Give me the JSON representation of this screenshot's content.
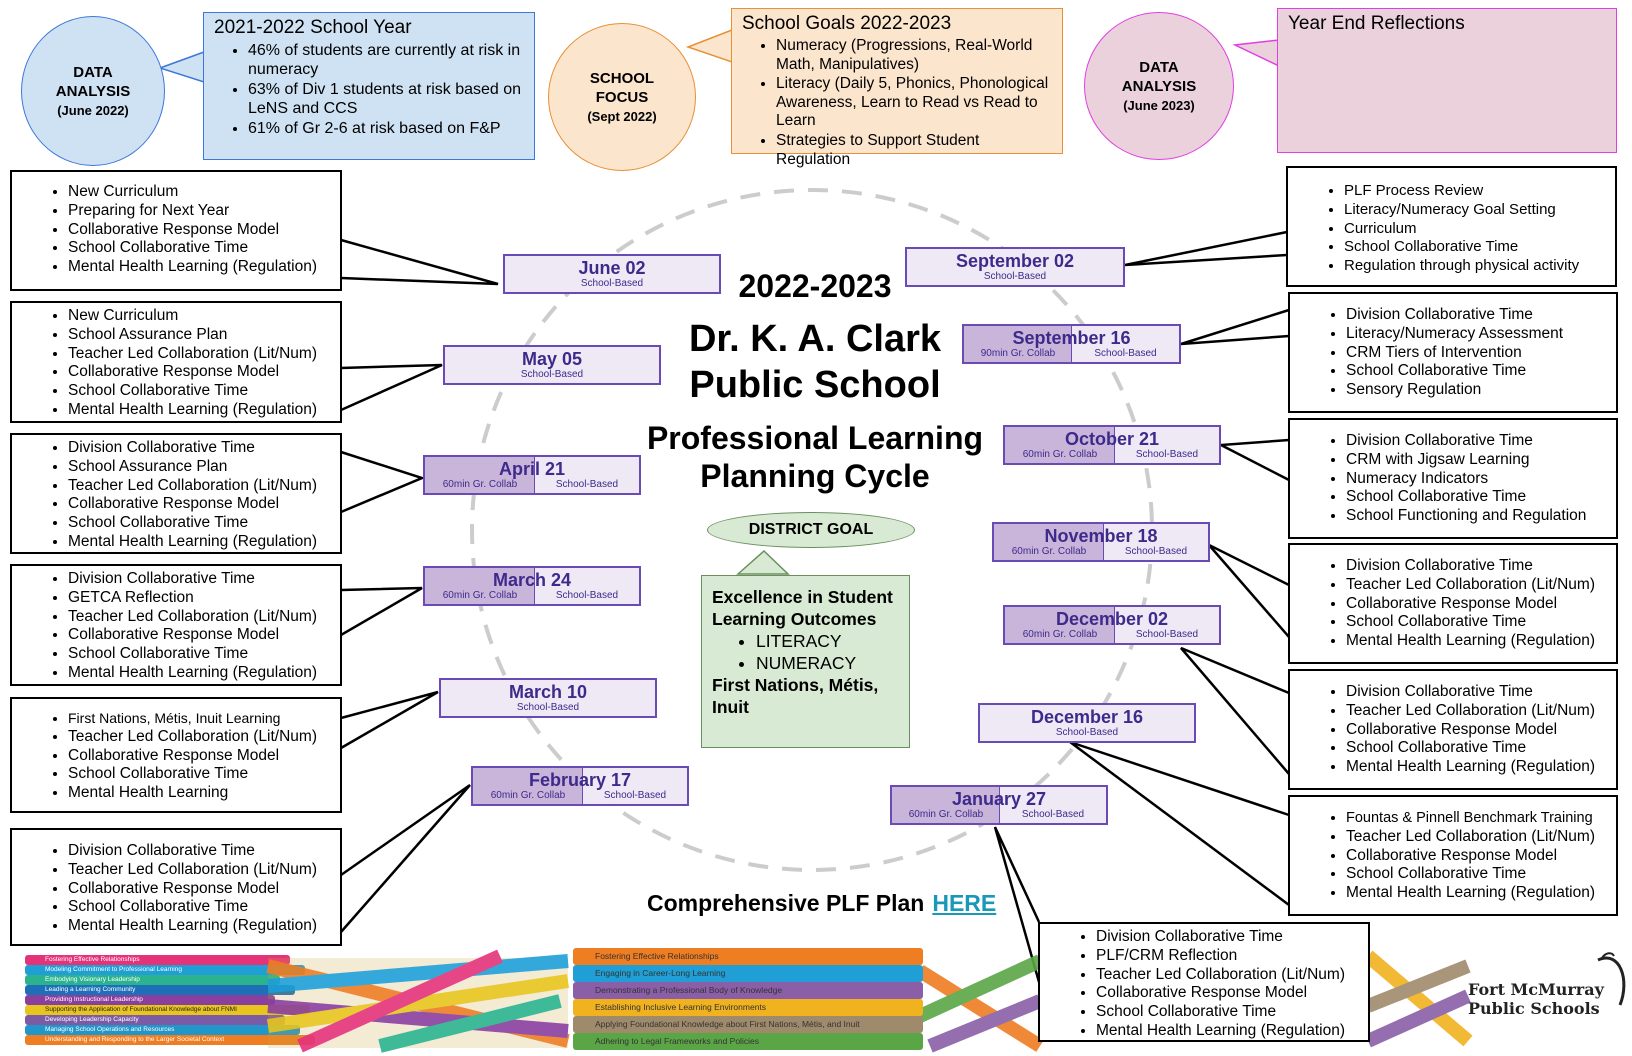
{
  "header": {
    "data_analysis_2022": {
      "title": "DATA ANALYSIS",
      "sub": "(June 2022)"
    },
    "school_year_callout": {
      "heading": "2021-2022 School Year",
      "items": [
        "46% of students are currently at risk in numeracy",
        "63% of Div 1 students at risk based on LeNS and CCS",
        "61% of Gr 2-6 at risk based on F&P"
      ]
    },
    "school_focus": {
      "title": "SCHOOL FOCUS",
      "sub": "(Sept 2022)"
    },
    "school_goals_callout": {
      "heading": "School Goals 2022-2023",
      "items": [
        "Numeracy (Progressions, Real-World Math, Manipulatives)",
        "Literacy (Daily 5, Phonics, Phonological Awareness, Learn to Read vs Read to Learn",
        "Strategies to Support Student Regulation"
      ]
    },
    "data_analysis_2023": {
      "title": "DATA ANALYSIS",
      "sub": "(June 2023)"
    },
    "reflections_callout": {
      "heading": "Year End Reflections"
    }
  },
  "center": {
    "year": "2022-2023",
    "school_line1": "Dr. K. A. Clark",
    "school_line2": "Public School",
    "cycle_line1": "Professional Learning",
    "cycle_line2": "Planning Cycle",
    "district_goal_label": "DISTRICT GOAL",
    "goal_heading": "Excellence in Student Learning Outcomes",
    "goal_items": [
      "LITERACY",
      "NUMERACY"
    ],
    "goal_footer": "First Nations, Métis, Inuit",
    "plan_text": "Comprehensive PLF Plan",
    "plan_link": "HERE"
  },
  "dates": {
    "june02": {
      "date": "June 02",
      "school": "School-Based"
    },
    "may05": {
      "date": "May 05",
      "school": "School-Based"
    },
    "apr21": {
      "date": "April 21",
      "collab": "60min Gr. Collab",
      "school": "School-Based"
    },
    "mar24": {
      "date": "March 24",
      "collab": "60min Gr. Collab",
      "school": "School-Based"
    },
    "mar10": {
      "date": "March 10",
      "school": "School-Based"
    },
    "feb17": {
      "date": "February 17",
      "collab": "60min Gr. Collab",
      "school": "School-Based"
    },
    "sep02": {
      "date": "September 02",
      "school": "School-Based"
    },
    "sep16": {
      "date": "September 16",
      "collab": "90min Gr. Collab",
      "school": "School-Based"
    },
    "oct21": {
      "date": "October 21",
      "collab": "60min Gr. Collab",
      "school": "School-Based"
    },
    "nov18": {
      "date": "November 18",
      "collab": "60min Gr. Collab",
      "school": "School-Based"
    },
    "dec02": {
      "date": "December 02",
      "collab": "60min Gr. Collab",
      "school": "School-Based"
    },
    "dec16": {
      "date": "December 16",
      "school": "School-Based"
    },
    "jan27": {
      "date": "January 27",
      "collab": "60min Gr. Collab",
      "school": "School-Based"
    }
  },
  "boxes": {
    "june": [
      "New Curriculum",
      "Preparing for Next Year",
      "Collaborative Response Model",
      "School Collaborative Time",
      "Mental Health Learning (Regulation)"
    ],
    "may": [
      "New Curriculum",
      "School Assurance Plan",
      "Teacher Led Collaboration (Lit/Num)",
      "Collaborative Response Model",
      "School Collaborative Time",
      "Mental Health Learning (Regulation)"
    ],
    "april": [
      "Division Collaborative Time",
      "School Assurance Plan",
      "Teacher Led Collaboration (Lit/Num)",
      "Collaborative Response Model",
      "School Collaborative Time",
      "Mental Health Learning (Regulation)"
    ],
    "mar24": [
      "Division Collaborative Time",
      "GETCA Reflection",
      "Teacher Led Collaboration (Lit/Num)",
      "Collaborative Response Model",
      "School Collaborative Time",
      "Mental Health Learning (Regulation)"
    ],
    "mar10": [
      "First Nations, Métis, Inuit Learning",
      "Teacher Led Collaboration (Lit/Num)",
      "Collaborative Response Model",
      "School Collaborative Time",
      "Mental Health Learning"
    ],
    "feb": [
      "Division Collaborative Time",
      "Teacher Led Collaboration (Lit/Num)",
      "Collaborative Response Model",
      "School Collaborative Time",
      "Mental Health Learning (Regulation)"
    ],
    "sep02": [
      "PLF Process Review",
      "Literacy/Numeracy Goal Setting",
      "Curriculum",
      "School Collaborative Time",
      "Regulation through physical activity"
    ],
    "sep16": [
      "Division Collaborative Time",
      "Literacy/Numeracy Assessment",
      "CRM Tiers of Intervention",
      "School Collaborative Time",
      "Sensory Regulation"
    ],
    "oct": [
      "Division Collaborative Time",
      "CRM with Jigsaw Learning",
      "Numeracy Indicators",
      "School Collaborative Time",
      "School Functioning and Regulation"
    ],
    "nov": [
      "Division Collaborative Time",
      "Teacher Led Collaboration (Lit/Num)",
      "Collaborative Response Model",
      "School Collaborative Time",
      "Mental Health Learning (Regulation)"
    ],
    "dec02": [
      "Division Collaborative Time",
      "Teacher Led Collaboration (Lit/Num)",
      "Collaborative Response Model",
      "School Collaborative Time",
      "Mental Health Learning (Regulation)"
    ],
    "dec16": [
      "Fountas & Pinnell Benchmark Training",
      "Teacher Led Collaboration (Lit/Num)",
      "Collaborative Response Model",
      "School Collaborative Time",
      "Mental Health Learning (Regulation)"
    ],
    "jan": [
      "Division Collaborative Time",
      "PLF/CRM Reflection",
      "Teacher Led Collaboration (Lit/Num)",
      "Collaborative Response Model",
      "School Collaborative Time",
      "Mental Health Learning (Regulation)"
    ]
  },
  "footer": {
    "left_bands": [
      "Fostering Effective Relationships",
      "Modeling Commitment to Professional Learning",
      "Embodying Visionary Leadership",
      "Leading a Learning Community",
      "Providing Instructional Leadership",
      "Supporting the Application of Foundational Knowledge about FNMI",
      "Developing Leadership Capacity",
      "Managing School Operations and Resources",
      "Understanding and Responding to the Larger Societal Context"
    ],
    "mid_bands": [
      "Fostering Effective Relationships",
      "Engaging in Career-Long Learning",
      "Demonstrating a Professional Body of Knowledge",
      "Establishing Inclusive Learning Environments",
      "Applying Foundational Knowledge about First Nations, Métis, and Inuit",
      "Adhering to Legal Frameworks and Policies"
    ],
    "left_colors": [
      "#e5337a",
      "#1f9fd6",
      "#2bb38f",
      "#1d6fb8",
      "#8a3f9e",
      "#e8c51e",
      "#7c5ba6",
      "#2196c8",
      "#ef7d22"
    ],
    "mid_colors": [
      "#ef7d22",
      "#1f9fd6",
      "#8a5fa8",
      "#f0b21f",
      "#9f8a6c",
      "#5aa646"
    ],
    "logo_line1": "Fort McMurray",
    "logo_line2": "Public Schools"
  }
}
